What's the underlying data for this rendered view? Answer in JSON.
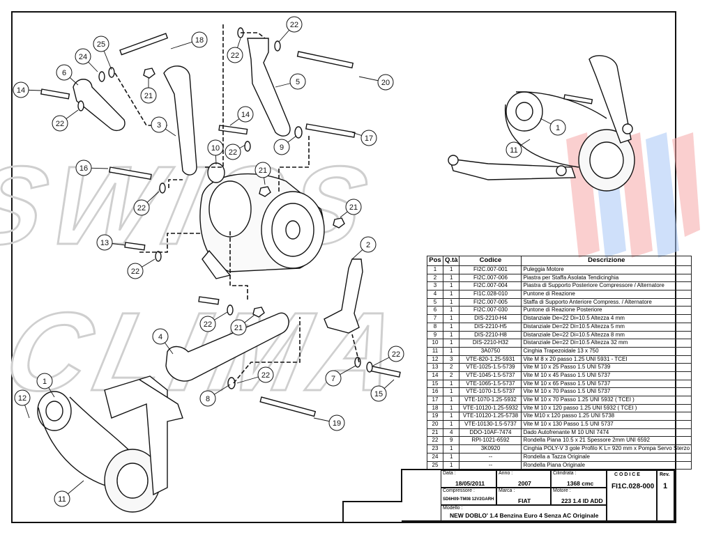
{
  "callouts": [
    {
      "n": "1"
    },
    {
      "n": "2"
    },
    {
      "n": "3"
    },
    {
      "n": "4"
    },
    {
      "n": "5"
    },
    {
      "n": "6"
    },
    {
      "n": "7"
    },
    {
      "n": "8"
    },
    {
      "n": "9"
    },
    {
      "n": "10"
    },
    {
      "n": "11"
    },
    {
      "n": "12"
    },
    {
      "n": "13"
    },
    {
      "n": "14"
    },
    {
      "n": "14"
    },
    {
      "n": "15"
    },
    {
      "n": "16"
    },
    {
      "n": "17"
    },
    {
      "n": "18"
    },
    {
      "n": "19"
    },
    {
      "n": "20"
    },
    {
      "n": "21"
    },
    {
      "n": "21"
    },
    {
      "n": "21"
    },
    {
      "n": "21"
    },
    {
      "n": "22"
    },
    {
      "n": "22"
    },
    {
      "n": "22"
    },
    {
      "n": "22"
    },
    {
      "n": "22"
    },
    {
      "n": "22"
    },
    {
      "n": "22"
    },
    {
      "n": "22"
    },
    {
      "n": "22"
    },
    {
      "n": "24"
    },
    {
      "n": "25"
    },
    {
      "n": "1"
    },
    {
      "n": "11"
    },
    {
      "n": "1"
    },
    {
      "n": "11"
    }
  ],
  "watermark": {
    "line1": "SWISS",
    "line2": "CLIMA"
  },
  "parts_table": {
    "headers": [
      "Pos",
      "Q.tà",
      "Codice",
      "Descrizione"
    ],
    "rows": [
      [
        "1",
        "1",
        "FI2C.007-001",
        "Puleggia Motore"
      ],
      [
        "2",
        "1",
        "FI2C.007-006",
        "Piastra per Staffa Asolata Tendicinghia"
      ],
      [
        "3",
        "1",
        "FI2C.007-004",
        "Piastra di Supporto Posteriore Compressore / Alternatore"
      ],
      [
        "4",
        "1",
        "FI1C.028-010",
        "Puntone di Reazione"
      ],
      [
        "5",
        "1",
        "FI2C.007-005",
        "Staffa di Supporto Anteriore Compress. / Alternatore"
      ],
      [
        "6",
        "1",
        "FI2C.007-030",
        "Puntone di Reazione Posteriore"
      ],
      [
        "7",
        "1",
        "DIS-2210-H4",
        "Distanziale De=22 Di=10.5 Altezza 4 mm"
      ],
      [
        "8",
        "1",
        "DIS-2210-H5",
        "Distanziale De=22 Di=10.5 Altezza 5 mm"
      ],
      [
        "9",
        "1",
        "DIS-2210-H8",
        "Distanziale De=22 Di=10.5 Altezza 8 mm"
      ],
      [
        "10",
        "1",
        "DIS-2210-H32",
        "Distanziale De=22 Di=10.5 Altezza 32 mm"
      ],
      [
        "11",
        "1",
        "3A0750",
        "Cinghia Trapezoidale 13 x 750"
      ],
      [
        "12",
        "3",
        "VTE-820-1.25-5931",
        "Vite M 8 x 20 passo 1.25 UNI 5931 - TCEI"
      ],
      [
        "13",
        "2",
        "VTE-1025-1.5-5739",
        "Vite M 10 x 25 Passo 1.5 UNI 5739"
      ],
      [
        "14",
        "2",
        "VTE-1045-1.5-5737",
        "Vite M 10 x 45 Passo 1.5 UNI 5737"
      ],
      [
        "15",
        "1",
        "VTE-1065-1.5-5737",
        "Vite M 10 x 65 Passo 1.5 UNI 5737"
      ],
      [
        "16",
        "1",
        "VTE-1070-1.5-5737",
        "Vite M 10 x 70 Passo 1.5 UNI 5737"
      ],
      [
        "17",
        "1",
        "VTE-1070-1.25-5932",
        "Vite M 10 x 70 Passo 1.25 UNI 5932 ( TCEI )"
      ],
      [
        "18",
        "1",
        "VTE-10120-1.25-5932",
        "Vite M 10 x 120 passo 1.25 UNI 5932 ( TCEI )"
      ],
      [
        "19",
        "1",
        "VTE-10120-1.25-5738",
        "Vite M10 x 120 passo 1.25 UNI 5738"
      ],
      [
        "20",
        "1",
        "VTE-10130-1.5-5737",
        "Vite M 10 x 130 Passo 1.5 UNI 5737"
      ],
      [
        "21",
        "4",
        "DDO-10AF-7474",
        "Dado Autofrenante M 10 UNI 7474"
      ],
      [
        "22",
        "9",
        "RPI-1021-6592",
        "Rondella Piana 10.5 x 21 Spessore 2mm  UNI 6592"
      ],
      [
        "23",
        "1",
        "3K0920",
        "Cinghia POLY-V 3 gole Profilo K L= 920 mm x Pompa Servo Sterzo"
      ],
      [
        "24",
        "1",
        "--",
        "Rondella a Tazza Originale"
      ],
      [
        "25",
        "1",
        "--",
        "Rondella Piana Originale"
      ]
    ]
  },
  "title_block": {
    "data_label": "Data :",
    "data_value": "18/05/2011",
    "anno_label": "Anno :",
    "anno_value": "2007",
    "cil_label": "Cilindrata :",
    "cil_value": "1368 cmc",
    "comp_label": "Compressore :",
    "comp_value": "SD6H09-TM08 12V2GARH",
    "marca_label": "Marca :",
    "marca_value": "FIAT",
    "motore_label": "Motore :",
    "motore_value": "223 1.4 ID ADD",
    "modello_label": "Modello :",
    "modello_value": "NEW DOBLO' 1.4 Benzina Euro 4 Senza AC Originale",
    "codice_label": "C O D I C E",
    "codice_value": "FI1C.028-000",
    "rev_label": "Rev.",
    "rev_value": "1"
  }
}
